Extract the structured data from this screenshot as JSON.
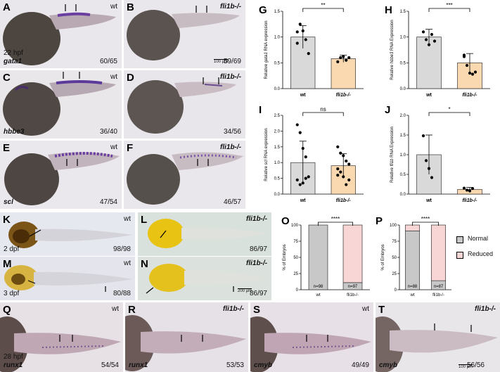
{
  "panels": {
    "A": {
      "letter": "A",
      "genotype": "wt",
      "stage": "22 hpf",
      "probe": "gata1",
      "count": "60/65"
    },
    "B": {
      "letter": "B",
      "genotype": "fli1b-/-",
      "count": "59/69",
      "scale": "100 μm"
    },
    "C": {
      "letter": "C",
      "genotype": "wt",
      "probe": "hbbe3",
      "count": "36/40"
    },
    "D": {
      "letter": "D",
      "genotype": "fli1b-/-",
      "count": "34/56"
    },
    "E": {
      "letter": "E",
      "genotype": "wt",
      "probe": "scl",
      "count": "47/54"
    },
    "F": {
      "letter": "F",
      "genotype": "fli1b-/-",
      "count": "46/57"
    },
    "K": {
      "letter": "K",
      "genotype": "wt",
      "stage": "2 dpf",
      "count": "98/98"
    },
    "L": {
      "letter": "L",
      "genotype": "fli1b-/-",
      "count": "86/97"
    },
    "M": {
      "letter": "M",
      "genotype": "wt",
      "stage": "3 dpf",
      "count": "80/88"
    },
    "N": {
      "letter": "N",
      "genotype": "fli1b-/-",
      "count": "86/97",
      "scale": "200 μm"
    },
    "Q": {
      "letter": "Q",
      "genotype": "wt",
      "stage": "28 hpf",
      "probe": "runx1",
      "count": "54/54"
    },
    "R": {
      "letter": "R",
      "genotype": "fli1b-/-",
      "probe": "runx1",
      "count": "53/53"
    },
    "S": {
      "letter": "S",
      "genotype": "wt",
      "probe": "cmyb",
      "count": "49/49"
    },
    "T": {
      "letter": "T",
      "genotype": "fli1b-/-",
      "probe": "cmyb",
      "count": "56/56",
      "scale": "100 μm"
    }
  },
  "chart_data": [
    {
      "panel": "G",
      "type": "bar",
      "categories": [
        "wt",
        "fli1b-/-"
      ],
      "values": [
        1.0,
        0.58
      ],
      "errors": [
        0.22,
        0.07
      ],
      "points": [
        [
          0.88,
          1.25,
          1.12,
          0.95,
          0.68,
          1.1
        ],
        [
          0.52,
          0.6,
          0.62,
          0.55,
          0.6
        ]
      ],
      "ylabel_prefix": "Relative ",
      "ylabel_gene": "gata1",
      "ylabel_suffix": " RNA expression",
      "ylim": [
        0,
        1.5
      ],
      "yticks": [
        "0.0",
        "0.5",
        "1.0",
        "1.5"
      ],
      "significance": "**",
      "colors": [
        "#d9d9d9",
        "#fbd9b0"
      ]
    },
    {
      "panel": "H",
      "type": "bar",
      "categories": [
        "wt",
        "fli1b-/-"
      ],
      "values": [
        1.0,
        0.5
      ],
      "errors": [
        0.15,
        0.18
      ],
      "points": [
        [
          1.1,
          0.95,
          0.85,
          1.05,
          0.92
        ],
        [
          0.65,
          0.45,
          0.3,
          0.28,
          0.32,
          0.62
        ]
      ],
      "ylabel_prefix": "Relative ",
      "ylabel_gene": "hbbe3",
      "ylabel_suffix": " RNA Expression",
      "ylim": [
        0,
        1.5
      ],
      "yticks": [
        "0.0",
        "0.5",
        "1.0",
        "1.5"
      ],
      "significance": "***",
      "colors": [
        "#d9d9d9",
        "#fbd9b0"
      ]
    },
    {
      "panel": "I",
      "type": "bar",
      "categories": [
        "wt",
        "fli1b-/-"
      ],
      "values": [
        1.0,
        0.9
      ],
      "errors": [
        0.68,
        0.38
      ],
      "points": [
        [
          2.2,
          1.95,
          1.45,
          1.18,
          0.55,
          0.45,
          0.3,
          0.35,
          0.5
        ],
        [
          1.5,
          1.3,
          1.22,
          1.05,
          0.95,
          0.8,
          0.7,
          0.55,
          0.3,
          0.45,
          0.6
        ]
      ],
      "ylabel_prefix": "Relative ",
      "ylabel_gene": "scl",
      "ylabel_suffix": " RNA expression",
      "ylim": [
        0,
        2.5
      ],
      "yticks": [
        "0.0",
        "0.5",
        "1.0",
        "1.5",
        "2.0",
        "2.5"
      ],
      "significance": "ns",
      "colors": [
        "#d9d9d9",
        "#fbd9b0"
      ]
    },
    {
      "panel": "J",
      "type": "bar",
      "categories": [
        "wt",
        "fli1b-/-"
      ],
      "values": [
        1.0,
        0.12
      ],
      "errors": [
        0.5,
        0.05
      ],
      "points": [
        [
          1.48,
          0.85,
          0.65,
          0.42
        ],
        [
          0.15,
          0.1,
          0.08,
          0.14
        ]
      ],
      "ylabel_prefix": "Relative ",
      "ylabel_gene": "fli1b",
      "ylabel_suffix": " RNA Expression",
      "ylim": [
        0,
        2.0
      ],
      "yticks": [
        "0.0",
        "0.5",
        "1.0",
        "1.5",
        "2.0"
      ],
      "significance": "*",
      "colors": [
        "#d9d9d9",
        "#fbd9b0"
      ]
    },
    {
      "panel": "O",
      "type": "stacked_bar",
      "categories": [
        "wt",
        "fli1b-/-"
      ],
      "series": [
        {
          "name": "Normal",
          "values": [
            100,
            11
          ]
        },
        {
          "name": "Reduced",
          "values": [
            0,
            89
          ]
        }
      ],
      "ns": [
        "n=98",
        "n=97"
      ],
      "ylabel": "% of Embryos",
      "ylim": [
        0,
        100
      ],
      "yticks": [
        "0",
        "25",
        "50",
        "75",
        "100"
      ],
      "significance": "****"
    },
    {
      "panel": "P",
      "type": "stacked_bar",
      "categories": [
        "wt",
        "fli1b-/-"
      ],
      "series": [
        {
          "name": "Normal",
          "values": [
            91,
            14
          ]
        },
        {
          "name": "Reduced",
          "values": [
            9,
            86
          ]
        }
      ],
      "ns": [
        "n=88",
        "n=87"
      ],
      "ylabel": "% of Embryos",
      "ylim": [
        0,
        100
      ],
      "yticks": [
        "0",
        "25",
        "50",
        "75",
        "100"
      ],
      "significance": "****"
    }
  ],
  "legend": {
    "normal": "Normal",
    "reduced": "Reduced",
    "normal_color": "#c8c8c8",
    "reduced_color": "#f9d6d6"
  },
  "chart_letters": {
    "G": "G",
    "H": "H",
    "I": "I",
    "J": "J",
    "O": "O",
    "P": "P"
  },
  "bar_xlabels": {
    "wt": "wt",
    "mut": "fli1b-/-",
    "mut_small": "fli1b-/-"
  }
}
